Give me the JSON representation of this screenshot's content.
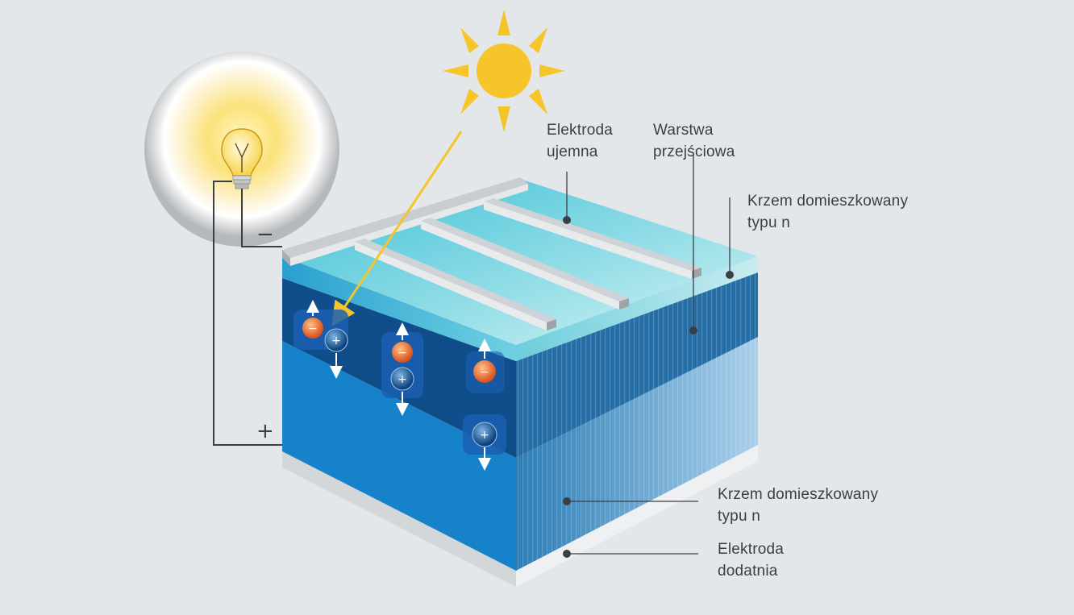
{
  "labels": {
    "negative_electrode": "Elektroda\nujemna",
    "junction_layer": "Warstwa\nprzejściowa",
    "n_silicon_top": "Krzem domieszkowany\ntypu n",
    "n_silicon_bottom": "Krzem domieszkowany\ntypu n",
    "positive_electrode": "Elektroda\ndodatnia"
  },
  "terminals": {
    "minus": "−",
    "plus": "+"
  },
  "charges": {
    "electron_symbol": "−",
    "hole_symbol": "+"
  },
  "colors": {
    "background": "#e4e7e9",
    "sun": "#f6c52a",
    "electrode_grey": "#d2d5d8",
    "top_layer": "#9fe0e6",
    "junction_dark": "#0d4f8c",
    "silicon_blue": "#1682c9",
    "electron": "#e8773a",
    "hole": "#1c5fa3",
    "leader_line": "#3a3f44"
  }
}
